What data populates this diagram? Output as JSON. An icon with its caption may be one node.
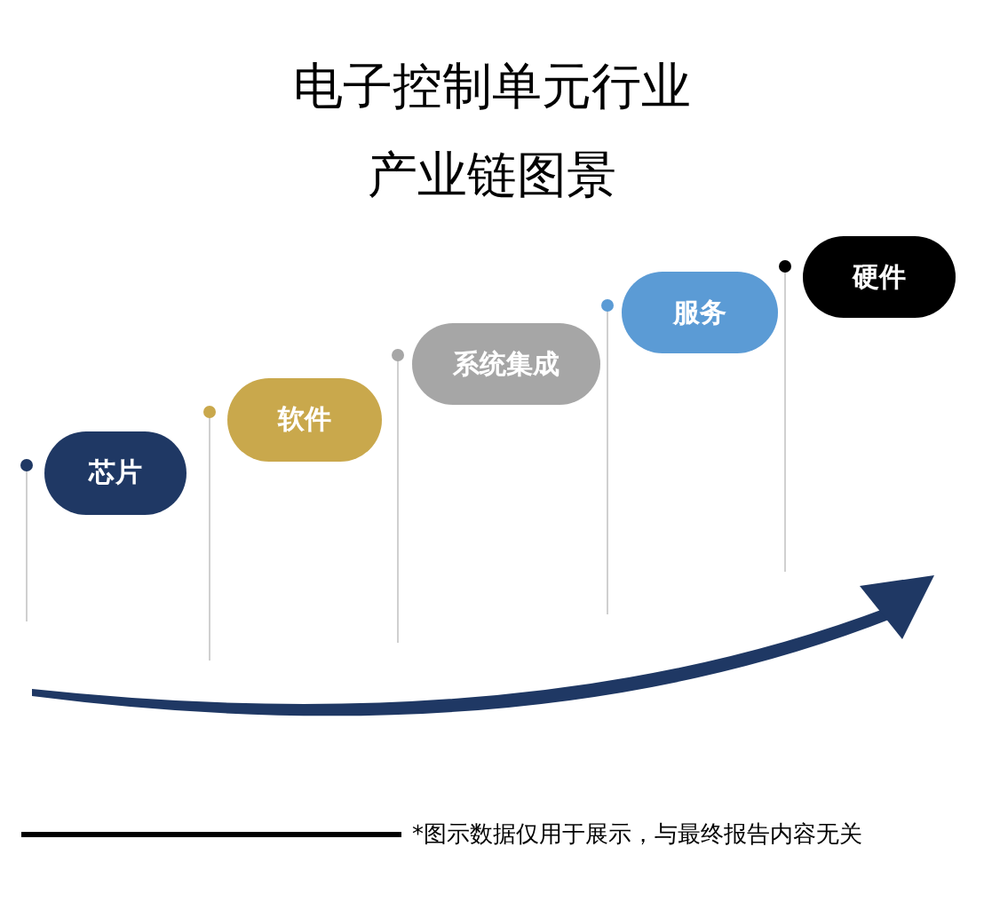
{
  "diagram": {
    "title": "电子控制单元行业产业链图景",
    "nodes": [
      {
        "text": [
          "芯片"
        ]
      },
      {
        "text": [
          "软件"
        ]
      },
      {
        "text": [
          "系统集成"
        ]
      },
      {
        "text": [
          "服务"
        ]
      },
      {
        "text": [
          "硬件"
        ]
      }
    ],
    "edges": [],
    "caption": "*图示数据仅用于展示，与最终报告内容无关"
  }
}
